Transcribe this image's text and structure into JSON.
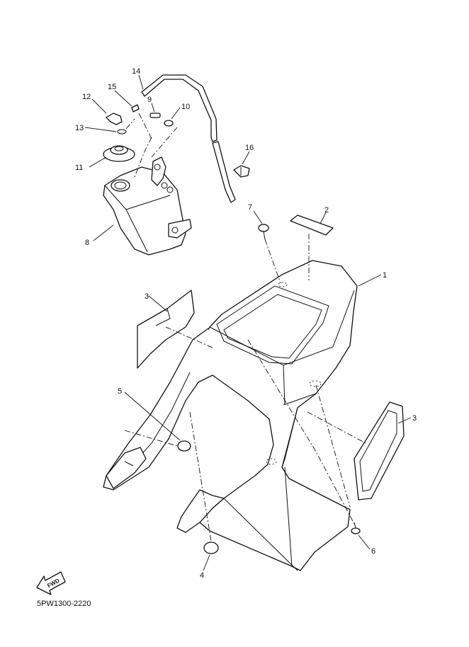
{
  "callouts": {
    "c1": "1",
    "c2": "2",
    "c3a": "3",
    "c3b": "3",
    "c4": "4",
    "c5": "5",
    "c6": "6",
    "c7": "7",
    "c8": "8",
    "c9": "9",
    "c10": "10",
    "c11": "11",
    "c12": "12",
    "c13": "13",
    "c14": "14",
    "c15": "15",
    "c16": "16"
  },
  "fwd_label": "FWD",
  "diagram_code": "5PW1300-2220"
}
